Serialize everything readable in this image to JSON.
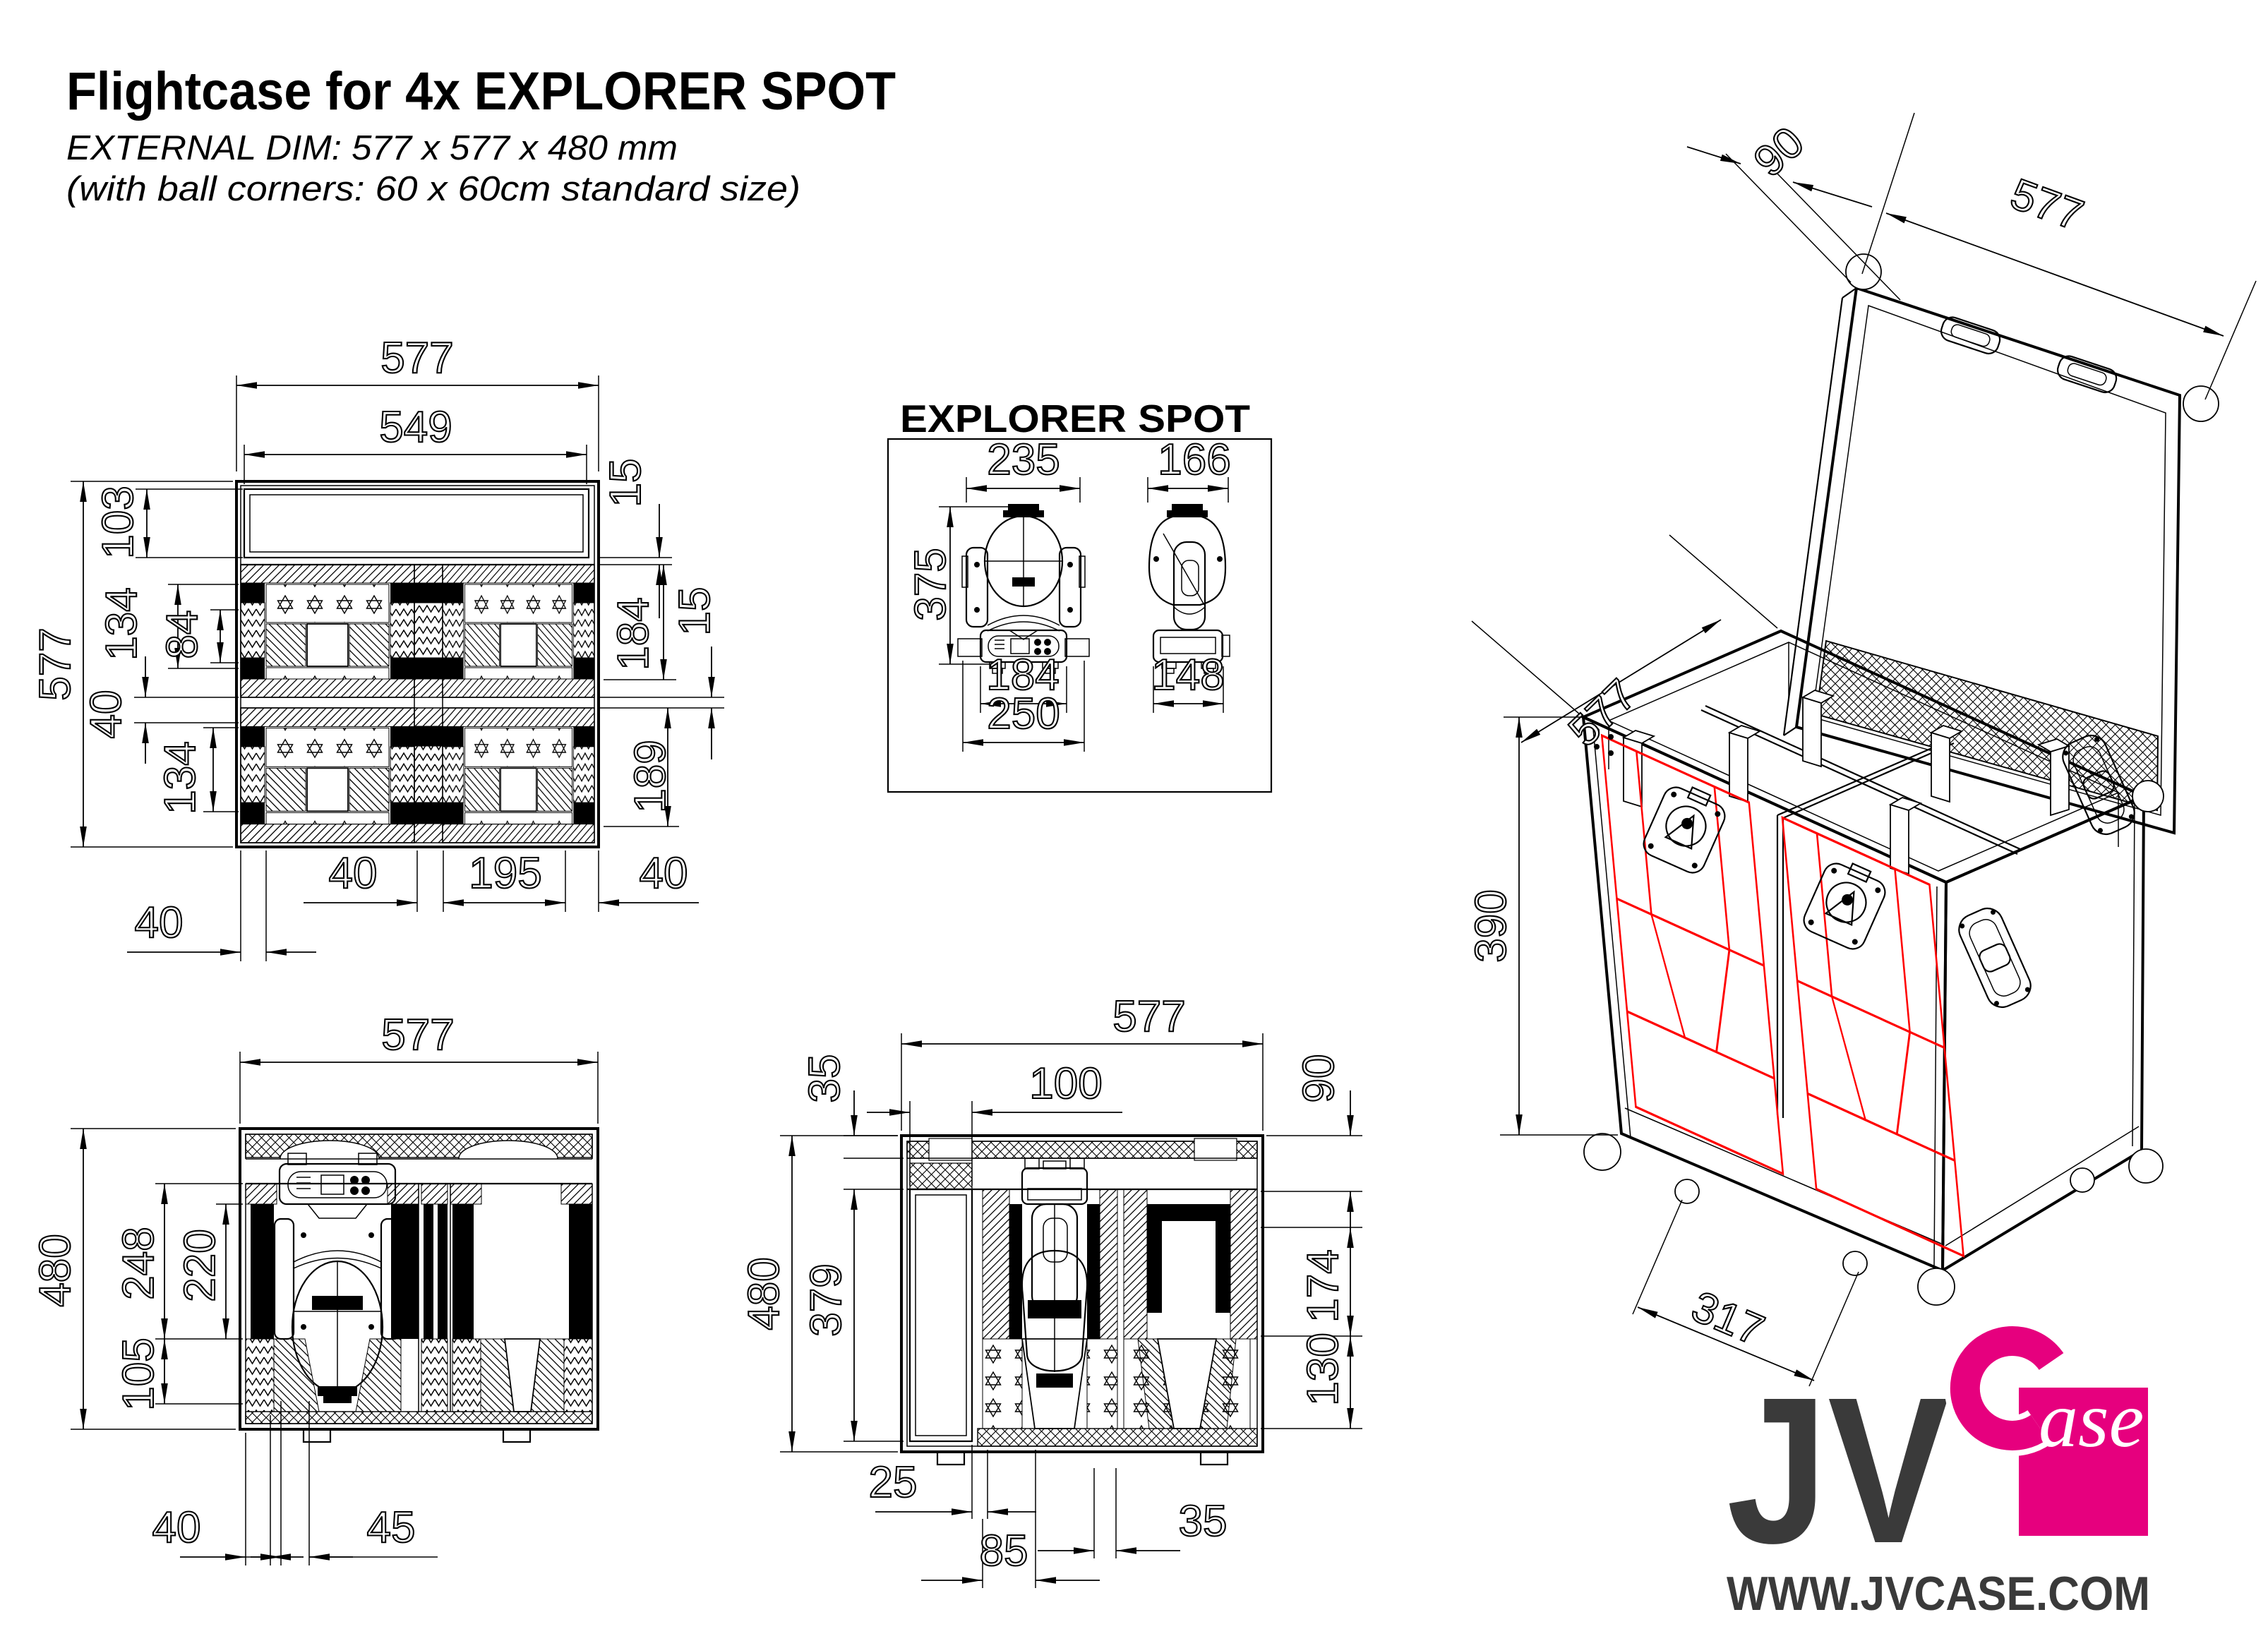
{
  "title": "Flightcase for 4x EXPLORER SPOT",
  "subtitle_line1": "EXTERNAL DIM: 577 x 577 x 480 mm",
  "subtitle_line2": "(with ball corners: 60 x 60cm standard size)",
  "colors": {
    "accent": "#e6007e",
    "foam_outline": "#ff0000",
    "logo_dark": "#3a3a3a"
  },
  "top_view": {
    "d577t": "577",
    "d549": "549",
    "d15a": "15",
    "d184": "184",
    "d15b": "15",
    "d189": "189",
    "d103": "103",
    "d134a": "134",
    "d84": "84",
    "d577l": "577",
    "d40l": "40",
    "d134b": "134",
    "d40bl": "40",
    "d40b1": "40",
    "d195": "195",
    "d40b2": "40"
  },
  "explorer": {
    "title": "EXPLORER SPOT",
    "d235": "235",
    "d166": "166",
    "d375": "375",
    "d184": "184",
    "d250": "250",
    "d148": "148"
  },
  "iso_view": {
    "d90": "90",
    "d577w": "577",
    "d577d": "577",
    "d390": "390",
    "d317": "317"
  },
  "front_view": {
    "d577": "577",
    "d480": "480",
    "d248": "248",
    "d220": "220",
    "d105": "105",
    "d40": "40",
    "d45": "45"
  },
  "side_view": {
    "d577": "577",
    "d35t": "35",
    "d100": "100",
    "d90": "90",
    "d480": "480",
    "d379": "379",
    "d174": "174",
    "d130": "130",
    "d25": "25",
    "d85": "85",
    "d35b": "35"
  },
  "logo": {
    "jv": "JV",
    "c_letter": "C",
    "ase": "ase",
    "website": "WWW.JVCASE.COM"
  }
}
